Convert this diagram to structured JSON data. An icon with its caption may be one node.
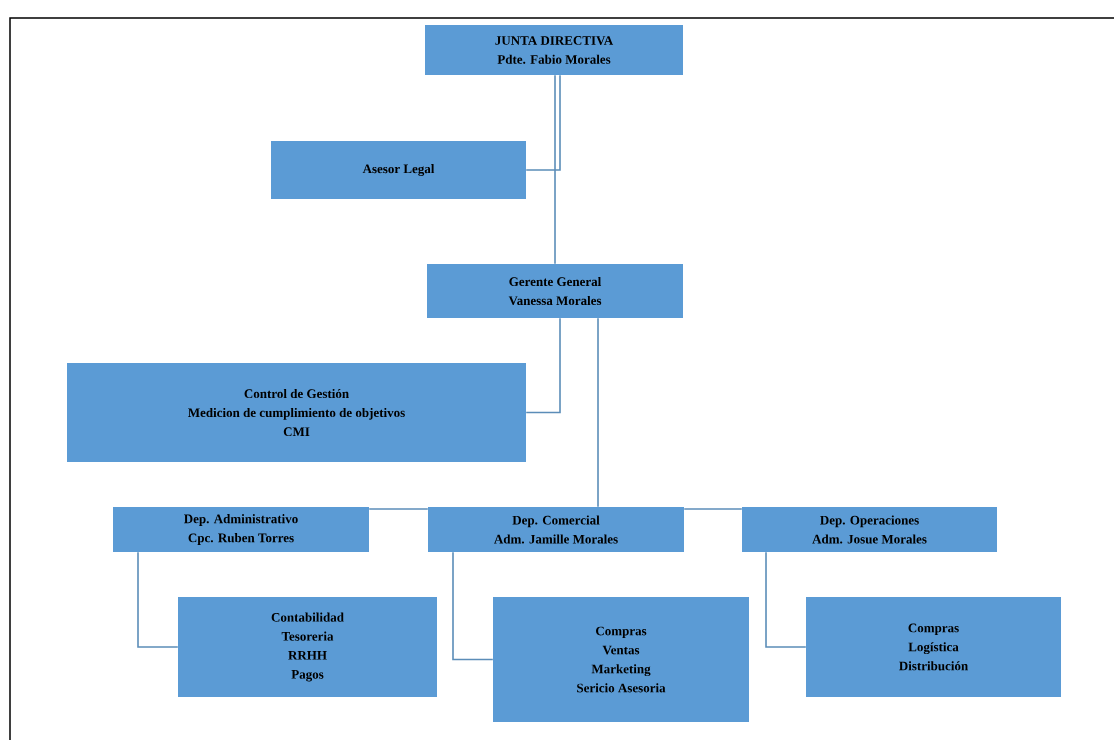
{
  "diagram": {
    "nodes": [
      {
        "text": [
          "JUNTA DIRECTIVA",
          "Pdte. Fabio Morales"
        ]
      },
      {
        "text": [
          "Asesor Legal"
        ]
      },
      {
        "text": [
          "Gerente General",
          "Vanessa Morales"
        ]
      },
      {
        "text": [
          "Control de Gestión",
          "Medicion de cumplimiento de objetivos",
          "CMI"
        ]
      },
      {
        "text": [
          "Dep. Administrativo",
          "Cpc. Ruben Torres"
        ]
      },
      {
        "text": [
          "Dep. Comercial",
          "Adm. Jamille Morales"
        ]
      },
      {
        "text": [
          "Dep. Operaciones",
          "Adm. Josue Morales"
        ]
      },
      {
        "text": [
          "Contabilidad",
          "Tesoreria",
          "RRHH",
          "Pagos"
        ]
      },
      {
        "text": [
          "Compras",
          "Ventas",
          "Marketing",
          "Sericio Asesoria"
        ]
      },
      {
        "text": [
          "Compras",
          "Logística",
          "Distribución"
        ]
      }
    ],
    "edges": [
      {
        "from": 0,
        "to": 1,
        "arrow": "none"
      },
      {
        "from": 0,
        "to": 2,
        "arrow": "none"
      },
      {
        "from": 2,
        "to": 3,
        "arrow": "none"
      },
      {
        "from": 2,
        "to": 5,
        "arrow": "none"
      },
      {
        "from": 4,
        "to": 5,
        "arrow": "none"
      },
      {
        "from": 5,
        "to": 6,
        "arrow": "none"
      },
      {
        "from": 4,
        "to": 7,
        "arrow": "none"
      },
      {
        "from": 5,
        "to": 8,
        "arrow": "none"
      },
      {
        "from": 6,
        "to": 9,
        "arrow": "none"
      }
    ]
  }
}
